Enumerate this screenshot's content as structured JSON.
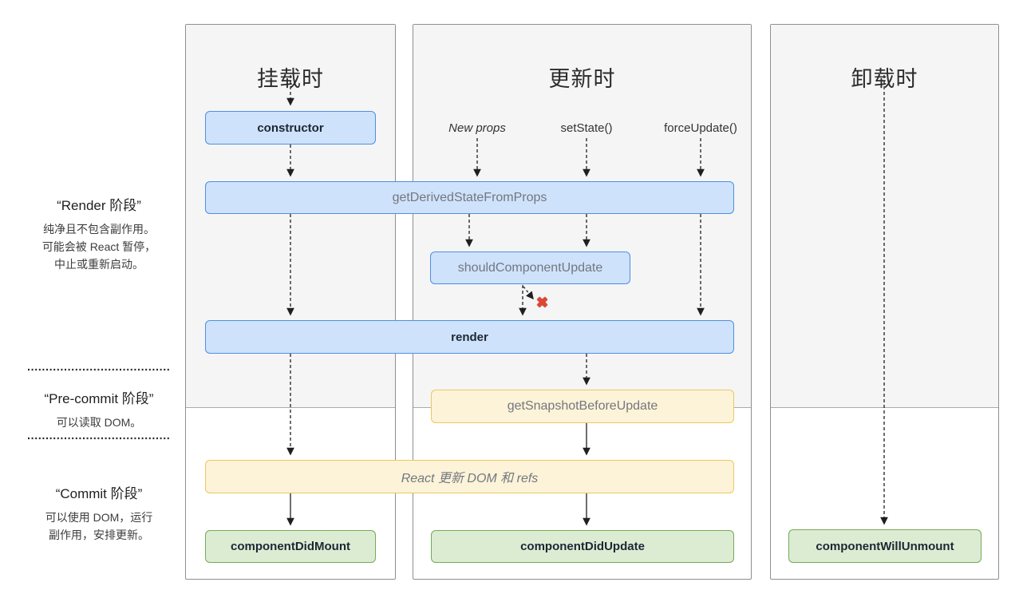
{
  "columns": [
    {
      "title": "挂载时"
    },
    {
      "title": "更新时"
    },
    {
      "title": "卸载时"
    }
  ],
  "triggers": {
    "new_props": "New props",
    "set_state": "setState()",
    "force_update": "forceUpdate()"
  },
  "boxes": {
    "constructor": "constructor",
    "get_derived_state_from_props": "getDerivedStateFromProps",
    "should_component_update": "shouldComponentUpdate",
    "render": "render",
    "get_snapshot_before_update": "getSnapshotBeforeUpdate",
    "react_updates_dom": "React 更新 DOM 和 refs",
    "component_did_mount": "componentDidMount",
    "component_did_update": "componentDidUpdate",
    "component_will_unmount": "componentWillUnmount"
  },
  "phases": {
    "render": {
      "title": "“Render 阶段”",
      "lines": [
        "纯净且不包含副作用。",
        "可能会被 React 暂停，",
        "中止或重新启动。"
      ]
    },
    "precommit": {
      "title": "“Pre-commit 阶段”",
      "lines": [
        "可以读取 DOM。"
      ]
    },
    "commit": {
      "title": "“Commit 阶段”",
      "lines": [
        "可以使用 DOM，运行",
        "副作用，安排更新。"
      ]
    }
  },
  "icons": {
    "skip_update_x": "✖"
  },
  "colors": {
    "blue_fill": "#cfe2fb",
    "blue_border": "#4c90e0",
    "yellow_fill": "#fcf3d8",
    "yellow_border": "#edc85f",
    "green_fill": "#dcecd3",
    "green_border": "#74aa57",
    "panel_gray": "#f5f5f6",
    "red_x": "#e8432d"
  }
}
